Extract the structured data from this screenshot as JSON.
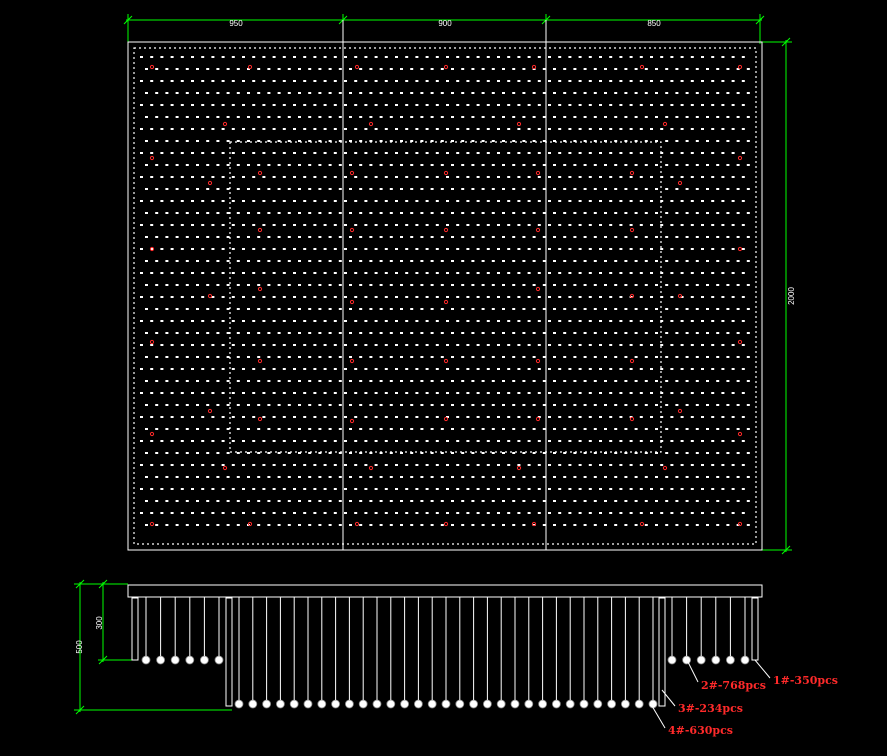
{
  "plan": {
    "dimensions": {
      "segment_left": "950",
      "segment_middle": "900",
      "segment_right": "850",
      "height": "2000"
    }
  },
  "elevation": {
    "dimensions": {
      "short_drop": "300",
      "total_drop": "500"
    },
    "labels": {
      "type1": "1#-350pcs",
      "type2": "2#-768pcs",
      "type3": "3#-234pcs",
      "type4": "4#-630pcs"
    }
  },
  "colors": {
    "background": "#000000",
    "lines": "#ffffff",
    "dimension": "#00ff00",
    "marker": "#ff2a2a",
    "label": "#ff2a2a"
  }
}
